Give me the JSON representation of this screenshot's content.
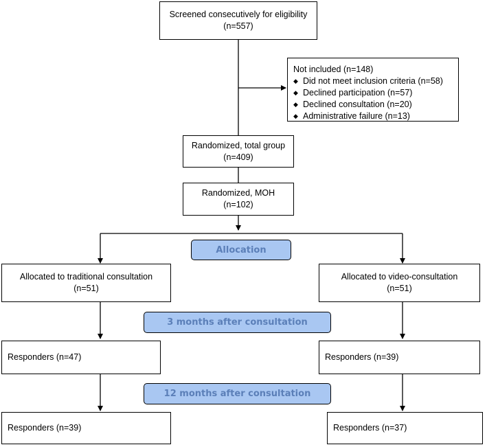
{
  "screened": {
    "line1": "Screened consecutively for eligibility",
    "line2": "(n=557)"
  },
  "not_included": {
    "title": "Not included (n=148)",
    "items": [
      "Did not meet inclusion criteria (n=58)",
      "Declined participation (n=57)",
      "Declined consultation (n=20)",
      "Administrative failure (n=13)"
    ]
  },
  "randomized_total": {
    "line1": "Randomized, total group",
    "line2": "(n=409)"
  },
  "randomized_moh": {
    "line1": "Randomized, MOH",
    "line2": "(n=102)"
  },
  "phases": {
    "allocation": "Allocation",
    "three_months": "3 months after consultation",
    "twelve_months": "12 months after consultation"
  },
  "left_arm": {
    "allocated": {
      "line1": "Allocated to traditional consultation",
      "line2": "(n=51)"
    },
    "responders_3m": "Responders (n=47)",
    "responders_12m": "Responders (n=39)"
  },
  "right_arm": {
    "allocated": {
      "line1": "Allocated to video-consultation",
      "line2": "(n=51)"
    },
    "responders_3m": "Responders (n=39)",
    "responders_12m": "Responders (n=37)"
  },
  "bullet_icon": "diamond-bullet"
}
